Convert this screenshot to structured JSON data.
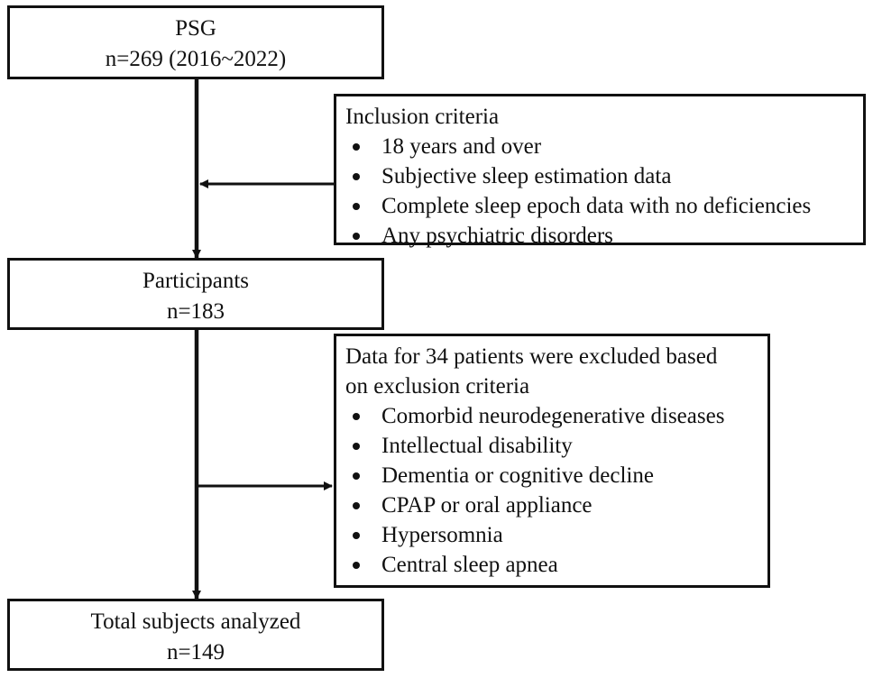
{
  "boxes": {
    "psg": {
      "title": "PSG",
      "subtitle": "n=269 (2016~2022)"
    },
    "inclusion": {
      "heading": "Inclusion criteria",
      "items": [
        "18 years and over",
        "Subjective sleep estimation data",
        "Complete sleep epoch data with no deficiencies",
        "Any psychiatric disorders"
      ]
    },
    "participants": {
      "title": "Participants",
      "subtitle": "n=183"
    },
    "exclusion": {
      "heading_line1": "Data for 34 patients  were excluded based",
      "heading_line2": "on exclusion criteria",
      "items": [
        "Comorbid neurodegenerative diseases",
        "Intellectual disability",
        "Dementia or cognitive decline",
        "CPAP or oral appliance",
        "Hypersomnia",
        "Central sleep apnea"
      ]
    },
    "total": {
      "title": "Total subjects analyzed",
      "subtitle": "n=149"
    }
  },
  "colors": {
    "stroke": "#111111",
    "background": "#ffffff"
  }
}
